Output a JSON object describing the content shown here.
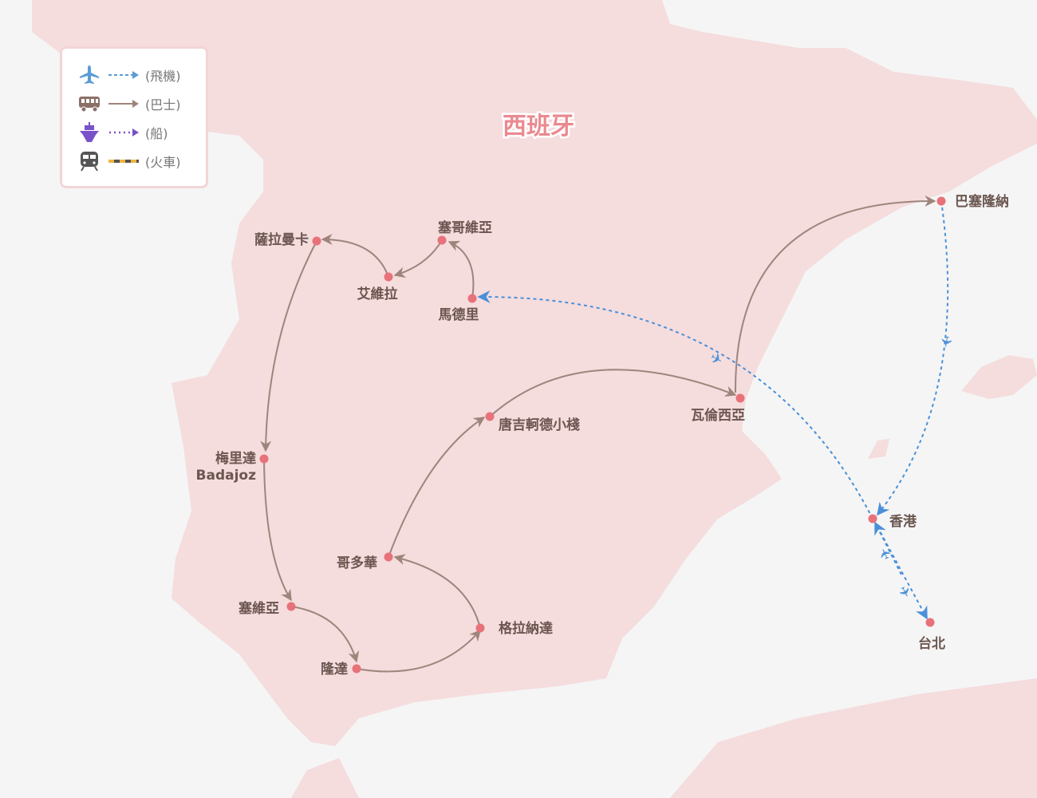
{
  "map": {
    "title": "西班牙",
    "colors": {
      "land": "#f5dcdd",
      "sea": "#f5f5f5",
      "dot": "#e8727a",
      "bus": "#9e857c",
      "flight": "#4a90d9",
      "ship": "#7a52c8",
      "train": "#f0b43c"
    },
    "cities": [
      {
        "id": "barcelona",
        "name": "巴塞隆納"
      },
      {
        "id": "madrid",
        "name": "馬德里"
      },
      {
        "id": "segovia",
        "name": "塞哥維亞"
      },
      {
        "id": "avila",
        "name": "艾維拉"
      },
      {
        "id": "salamanca",
        "name": "薩拉曼卡"
      },
      {
        "id": "merida",
        "name": "梅里達",
        "sub": "Badajoz"
      },
      {
        "id": "sevilla",
        "name": "塞維亞"
      },
      {
        "id": "ronda",
        "name": "隆達"
      },
      {
        "id": "granada",
        "name": "格拉納達"
      },
      {
        "id": "cordoba",
        "name": "哥多華"
      },
      {
        "id": "quixote",
        "name": "唐吉軻德小棧"
      },
      {
        "id": "valencia",
        "name": "瓦倫西亞"
      },
      {
        "id": "hongkong",
        "name": "香港"
      },
      {
        "id": "taipei",
        "name": "台北"
      }
    ],
    "routes": [
      {
        "from": "madrid",
        "to": "segovia",
        "mode": "bus"
      },
      {
        "from": "segovia",
        "to": "avila",
        "mode": "bus"
      },
      {
        "from": "avila",
        "to": "salamanca",
        "mode": "bus"
      },
      {
        "from": "salamanca",
        "to": "merida",
        "mode": "bus"
      },
      {
        "from": "merida",
        "to": "sevilla",
        "mode": "bus"
      },
      {
        "from": "sevilla",
        "to": "ronda",
        "mode": "bus"
      },
      {
        "from": "ronda",
        "to": "granada",
        "mode": "bus"
      },
      {
        "from": "granada",
        "to": "cordoba",
        "mode": "bus"
      },
      {
        "from": "cordoba",
        "to": "quixote",
        "mode": "bus"
      },
      {
        "from": "quixote",
        "to": "valencia",
        "mode": "bus"
      },
      {
        "from": "valencia",
        "to": "barcelona",
        "mode": "bus"
      },
      {
        "from": "barcelona",
        "to": "hongkong",
        "mode": "flight"
      },
      {
        "from": "hongkong",
        "to": "madrid",
        "mode": "flight"
      },
      {
        "from": "hongkong",
        "to": "taipei",
        "mode": "flight"
      },
      {
        "from": "taipei",
        "to": "hongkong",
        "mode": "flight"
      }
    ]
  },
  "legend": {
    "items": [
      {
        "icon": "plane-icon",
        "label": "(飛機)"
      },
      {
        "icon": "bus-icon",
        "label": "(巴士)"
      },
      {
        "icon": "ship-icon",
        "label": "(船)"
      },
      {
        "icon": "train-icon",
        "label": "(火車)"
      }
    ]
  }
}
